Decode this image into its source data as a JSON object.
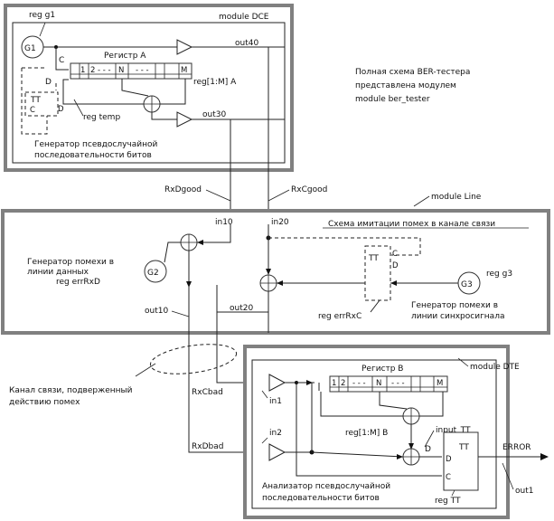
{
  "dce": {
    "title": "module DCE",
    "g1": "reg g1",
    "g1_circle": "G1",
    "reg_a": "Регистр А",
    "reg_a_label": "reg[1:M] A",
    "cells": [
      "1",
      "2",
      "- - -",
      "N",
      "- - -",
      "M"
    ],
    "c": "C",
    "d": "D",
    "tt": "TT",
    "tt_c": "C",
    "tt_d": "D",
    "reg_temp": "reg temp",
    "out40": "out40",
    "out30": "out30",
    "gen_caption_1": "Генератор псевдослучайной",
    "gen_caption_2": "последовательности битов"
  },
  "note": [
    "Полная схема BER-тестера",
    "представлена модулем",
    "module ber_tester"
  ],
  "wire_labels": {
    "rxd_good": "RxDgood",
    "rxc_good": "RxCgood",
    "rxc_bad": "RxCbad",
    "rxd_bad": "RxDbad"
  },
  "line": {
    "title": "module Line",
    "scheme": "Схема имитации помех в канале связи",
    "in10": "in10",
    "in20": "in20",
    "out10": "out10",
    "out20": "out20",
    "g2": "G2",
    "g2_caption": [
      "Генератор помехи в",
      "линии данных",
      "reg errRxD"
    ],
    "g3": "G3",
    "g3_reg": "reg g3",
    "g3_caption": [
      "Генератор помехи в",
      "линии синхросигнала"
    ],
    "tt": "TT",
    "tt_c": "C",
    "tt_d": "D",
    "err_rxc": "reg errRxC"
  },
  "channel": [
    "Канал связи, подверженный",
    "действию помех"
  ],
  "dte": {
    "title": "module DTE",
    "reg_b": "Регистр В",
    "cells": [
      "1",
      "2",
      "- - -",
      "N",
      "- - -",
      "M"
    ],
    "in1": "in1",
    "in2": "in2",
    "reg_b_label": "reg[1:M] B",
    "input_tt": "input_TT",
    "d_small": "D",
    "tt": "TT",
    "tt_d": "D",
    "tt_c": "C",
    "reg_tt": "reg TT",
    "error": "ERROR",
    "out1": "out1",
    "an_caption_1": "Анализатор псевдослучайной",
    "an_caption_2": "последовательности битов"
  }
}
